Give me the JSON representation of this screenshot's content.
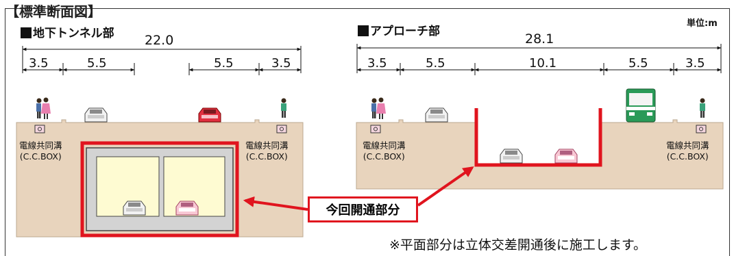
{
  "header": {
    "title": "【標準断面図】"
  },
  "unit_label": "単位:m",
  "tunnel": {
    "title": "地下トンネル部",
    "total_width": "22.0",
    "dims": [
      "3.5",
      "5.5",
      "5.5",
      "3.5"
    ],
    "cable_box_left": [
      "電線共同溝",
      "(C.C.BOX)"
    ],
    "cable_box_right": [
      "電線共同溝",
      "(C.C.BOX)"
    ]
  },
  "approach": {
    "title": "アプローチ部",
    "total_width": "28.1",
    "dims": [
      "3.5",
      "5.5",
      "10.1",
      "5.5",
      "3.5"
    ],
    "cable_box_left": [
      "電線共同溝",
      "(C.C.BOX)"
    ],
    "cable_box_right": [
      "電線共同溝",
      "(C.C.BOX)"
    ]
  },
  "callout": {
    "label": "今回開通部分"
  },
  "note": "※平面部分は立体交差開通後に施工します。",
  "colors": {
    "ground": "#e8d4bd",
    "highlight": "#e0141e",
    "tunnel_fill": "#fefbd2",
    "tunnel_box": "#d5d5d5"
  }
}
